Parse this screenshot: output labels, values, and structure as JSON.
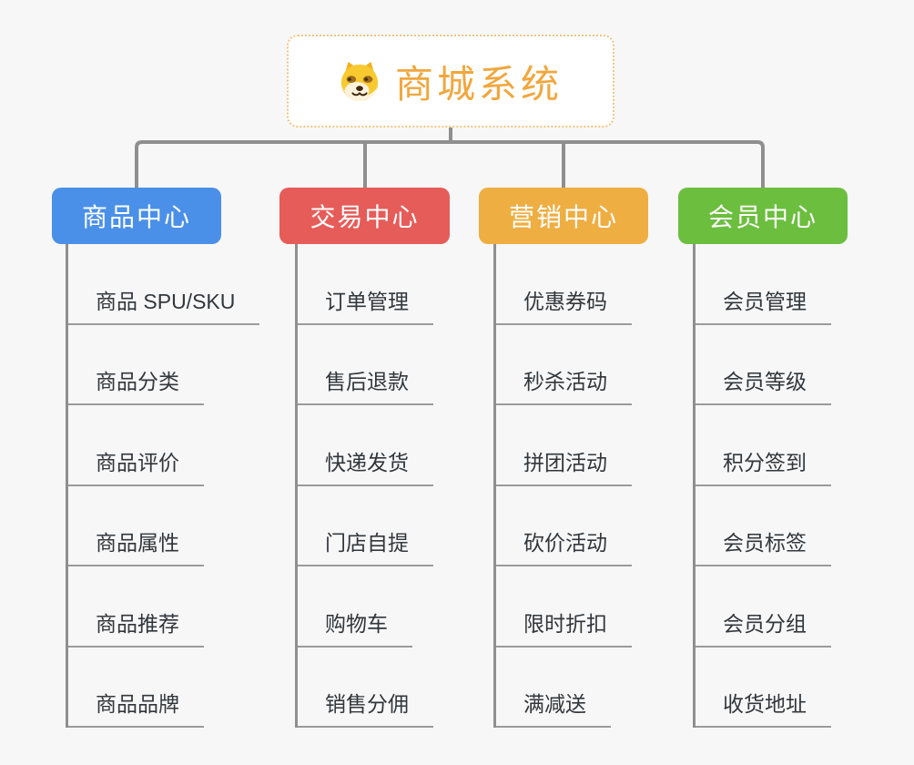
{
  "palette": {
    "background": "#F7F7F7",
    "connector": "#8F8F8F",
    "underline": "#9B9B9B",
    "leaf_text": "#32373C",
    "root_bg": "#FFFFFF"
  },
  "root": {
    "label": "商城系统",
    "icon": "dog-face-icon",
    "text_color": "#F1A73D",
    "border_color": "#F3C27E"
  },
  "branches": [
    {
      "label": "商品中心",
      "color": "#4A90E8",
      "children": [
        "商品 SPU/SKU",
        "商品分类",
        "商品评价",
        "商品属性",
        "商品推荐",
        "商品品牌"
      ]
    },
    {
      "label": "交易中心",
      "color": "#E65C59",
      "children": [
        "订单管理",
        "售后退款",
        "快递发货",
        "门店自提",
        "购物车",
        "销售分佣"
      ]
    },
    {
      "label": "营销中心",
      "color": "#EEAE42",
      "children": [
        "优惠券码",
        "秒杀活动",
        "拼团活动",
        "砍价活动",
        "限时折扣",
        "满减送"
      ]
    },
    {
      "label": "会员中心",
      "color": "#6CBE3F",
      "children": [
        "会员管理",
        "会员等级",
        "积分签到",
        "会员标签",
        "会员分组",
        "收货地址"
      ]
    }
  ]
}
